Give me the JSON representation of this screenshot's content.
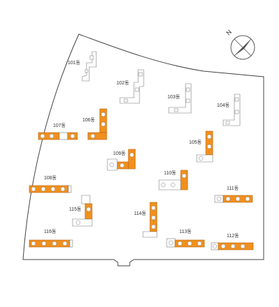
{
  "compass": {
    "label": "N"
  },
  "colors": {
    "highlight": "#f0901e",
    "outline": "#777777",
    "boundary": "#444444"
  },
  "buildings": [
    {
      "id": "101",
      "label": "101동",
      "highlighted": false
    },
    {
      "id": "102",
      "label": "102동",
      "highlighted": false
    },
    {
      "id": "103",
      "label": "103동",
      "highlighted": false
    },
    {
      "id": "104",
      "label": "104동",
      "highlighted": false
    },
    {
      "id": "105",
      "label": "105동",
      "highlighted": true
    },
    {
      "id": "106",
      "label": "106동",
      "highlighted": true
    },
    {
      "id": "107",
      "label": "107동",
      "highlighted": true
    },
    {
      "id": "108",
      "label": "108동",
      "highlighted": true
    },
    {
      "id": "109",
      "label": "109동",
      "highlighted": true
    },
    {
      "id": "110",
      "label": "110동",
      "highlighted": true
    },
    {
      "id": "111",
      "label": "111동",
      "highlighted": true
    },
    {
      "id": "112",
      "label": "112동",
      "highlighted": true
    },
    {
      "id": "113",
      "label": "113동",
      "highlighted": true
    },
    {
      "id": "114",
      "label": "114동",
      "highlighted": true
    },
    {
      "id": "115",
      "label": "115동",
      "highlighted": true
    },
    {
      "id": "116",
      "label": "116동",
      "highlighted": true
    }
  ]
}
